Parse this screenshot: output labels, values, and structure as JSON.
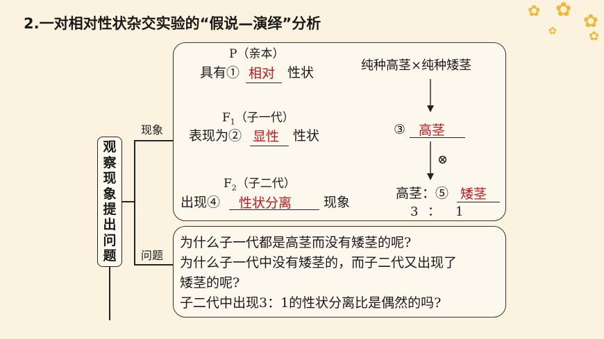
{
  "title": "2.一对相对性状杂交实验的“假说—演绎”分析",
  "left_box": "观察现象提出问题",
  "branch_labels": {
    "phenomenon": "现象",
    "question": "问题"
  },
  "phenomenon": {
    "p_header": "P（亲本）",
    "p_prefix": "具有①",
    "p_answer": "相对",
    "p_suffix": "性状",
    "f1_header_letter": "F",
    "f1_header_sub": "1",
    "f1_header_rest": "（子一代）",
    "f1_prefix": "表现为②",
    "f1_answer": "显性",
    "f1_suffix": "性状",
    "f2_header_letter": "F",
    "f2_header_sub": "2",
    "f2_header_rest": "（子二代）",
    "f2_prefix": "出现④",
    "f2_answer": "性状分离",
    "f2_suffix": "现象",
    "cross_parents": "纯种高茎×纯种矮茎",
    "item3_label": "③",
    "item3_answer": "高茎",
    "self_symbol": "⊗",
    "ratio_prefix": "高茎：⑤",
    "item5_answer": "矮茎",
    "ratio_left": "3",
    "ratio_colon": "：",
    "ratio_right": "1"
  },
  "questions": [
    "为什么子一代都是高茎而没有矮茎的呢?",
    "为什么子一代中没有矮茎的，而子二代又出现了",
    "矮茎的呢?",
    "子二代中出现3：1的性状分离比是偶然的吗?"
  ],
  "colors": {
    "answer": "#c0171b",
    "background": "#fbf2df",
    "decoration": "#f0b838"
  }
}
